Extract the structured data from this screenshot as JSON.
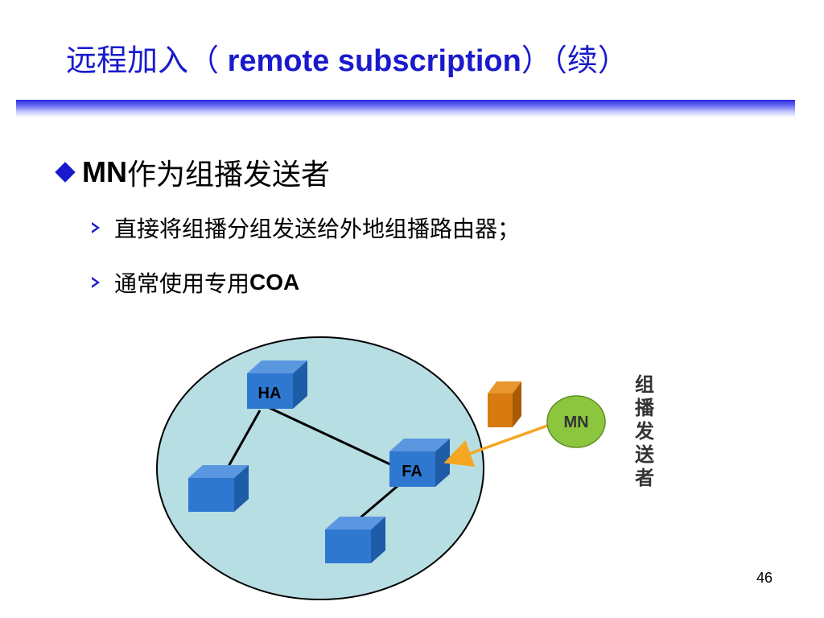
{
  "slide": {
    "title_cn": "远程加入（",
    "title_en": " remote subscription",
    "title_tail": "）（续）",
    "bullet1_prefix": "MN",
    "bullet1_text": "作为组播发送者",
    "sub_items": [
      {
        "text": "直接将组播分组发送给外地组播路由器；"
      },
      {
        "prefix": "通常使用专用",
        "suffix": "COA"
      }
    ],
    "page_number": "46"
  },
  "diagram": {
    "nodes": {
      "ha": "HA",
      "fa": "FA",
      "mn": "MN"
    },
    "side_label": "组播发送者",
    "colors": {
      "network_fill": "#b7dee3",
      "router_front": "#2f78cf",
      "router_top": "#5a97e0",
      "router_side": "#1f5ca8",
      "packet": "#d77a10",
      "mn_fill": "#8cc63f",
      "arrow": "#f5a623"
    }
  }
}
